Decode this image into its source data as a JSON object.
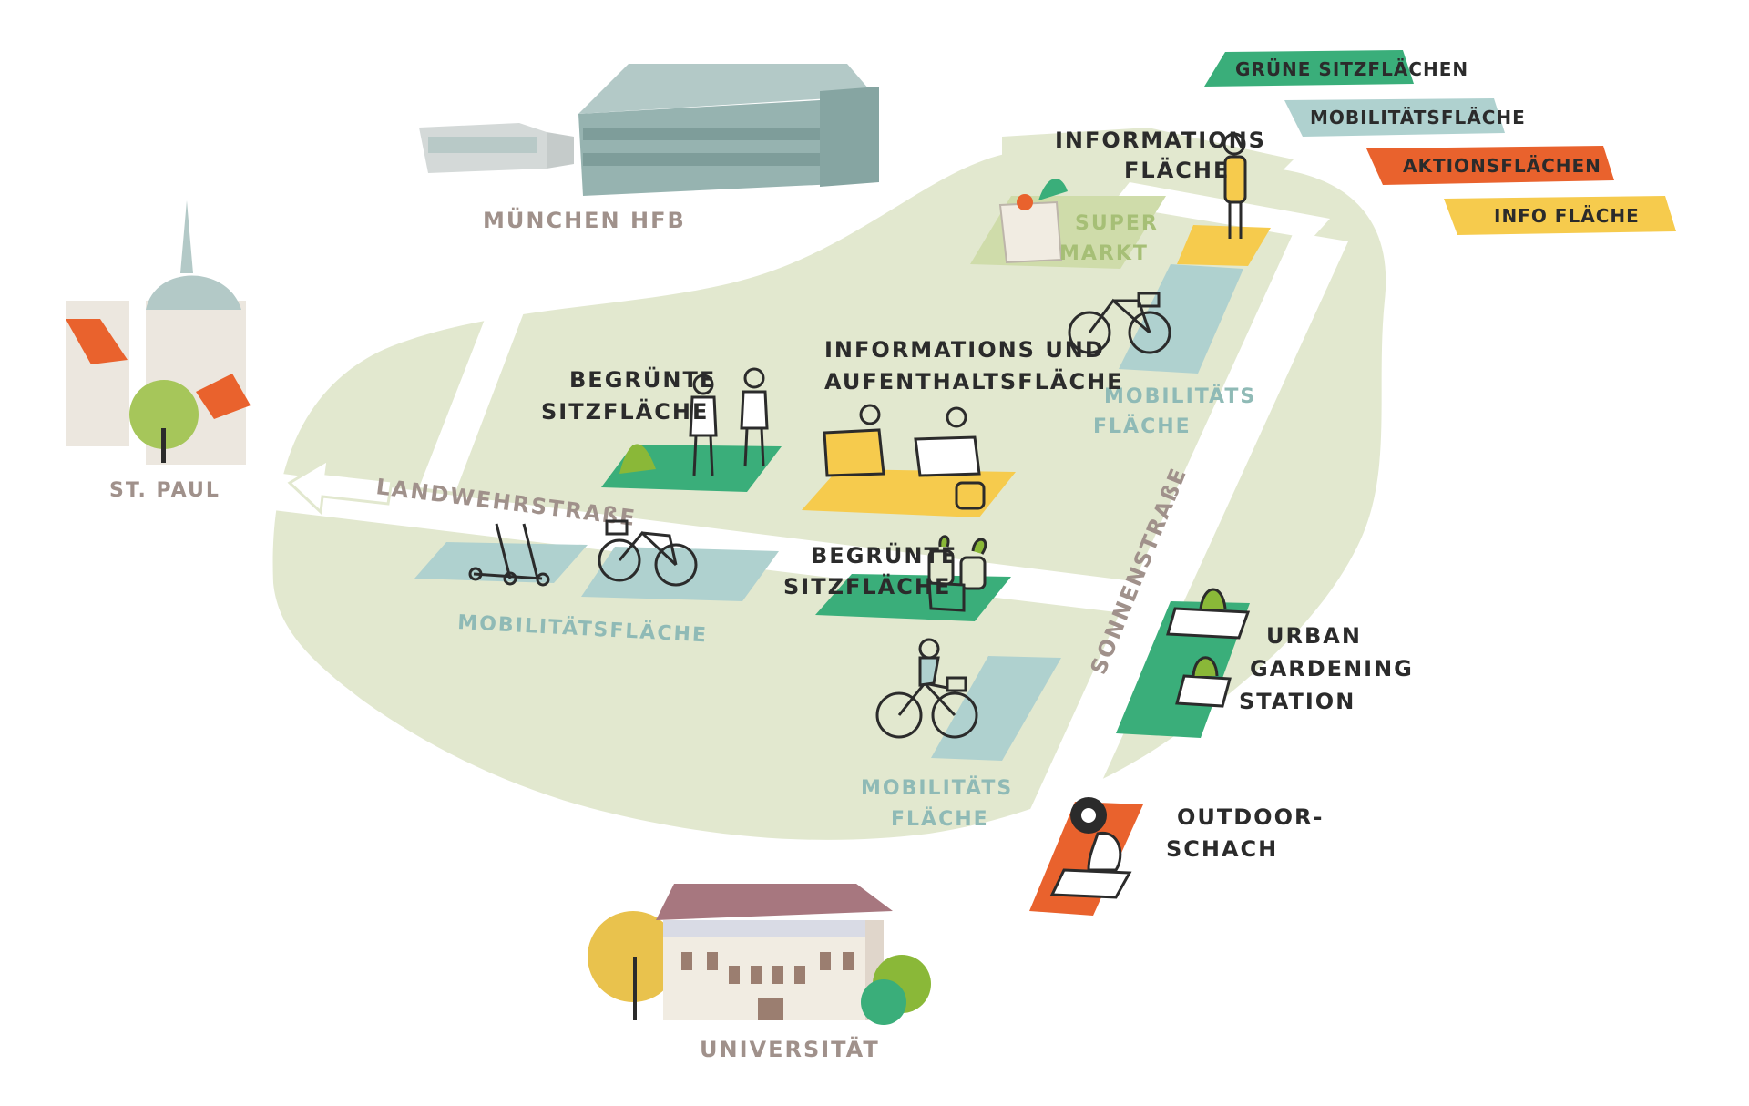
{
  "colors": {
    "ground": "#e2e8cf",
    "road": "#ffffff",
    "green_area": "#3aae7a",
    "mobility_area": "#afd1cf",
    "action_area": "#e9622d",
    "info_area": "#f6cb4d",
    "supermarket_area": "#cfdcaa",
    "label_dark": "#2b2b2b",
    "label_teal": "#8fbab6",
    "label_brown": "#a0918b"
  },
  "legend": [
    {
      "label": "GRÜNE SITZFLÄCHEN",
      "color": "#3aae7a"
    },
    {
      "label": "MOBILITÄTSFLÄCHE",
      "color": "#afd1cf"
    },
    {
      "label": "AKTIONSFLÄCHEN",
      "color": "#e9622d"
    },
    {
      "label": "INFO FLÄCHE",
      "color": "#f6cb4d"
    }
  ],
  "landmarks": {
    "hfb": "MÜNCHEN HFB",
    "st_paul": "ST. PAUL",
    "university": "UNIVERSITÄT"
  },
  "streets": {
    "landwehr": "LANDWEHRSTRAßE",
    "sonnen": "SONNENSTRAßE"
  },
  "areas": {
    "info_top": [
      "INFORMATIONS",
      "FLÄCHE"
    ],
    "supermarket": [
      "SUPER",
      "MARKT"
    ],
    "mobility_top_right": [
      "MOBILITÄTS",
      "FLÄCHE"
    ],
    "green_seating_left": [
      "BEGRÜNTE",
      "SITZFLÄCHE"
    ],
    "info_stay": [
      "INFORMATIONS UND",
      "AUFENTHALTSFLÄCHE"
    ],
    "mobility_left": "MOBILITÄTSFLÄCHE",
    "green_seating_center": [
      "BEGRÜNTE",
      "SITZFLÄCHE"
    ],
    "mobility_bottom": [
      "MOBILITÄTS",
      "FLÄCHE"
    ],
    "urban_gardening": [
      "URBAN",
      "GARDENING",
      "STATION"
    ],
    "outdoor_chess": [
      "OUTDOOR-",
      "SCHACH"
    ]
  },
  "icons": {
    "arrow": "west-arrow-icon",
    "bicycle": "bicycle-icon",
    "scooter": "e-scooter-icon",
    "person": "person-icon",
    "plant": "plant-icon",
    "football": "football-icon",
    "chess": "chess-knight-icon",
    "grocery": "grocery-bag-icon"
  }
}
